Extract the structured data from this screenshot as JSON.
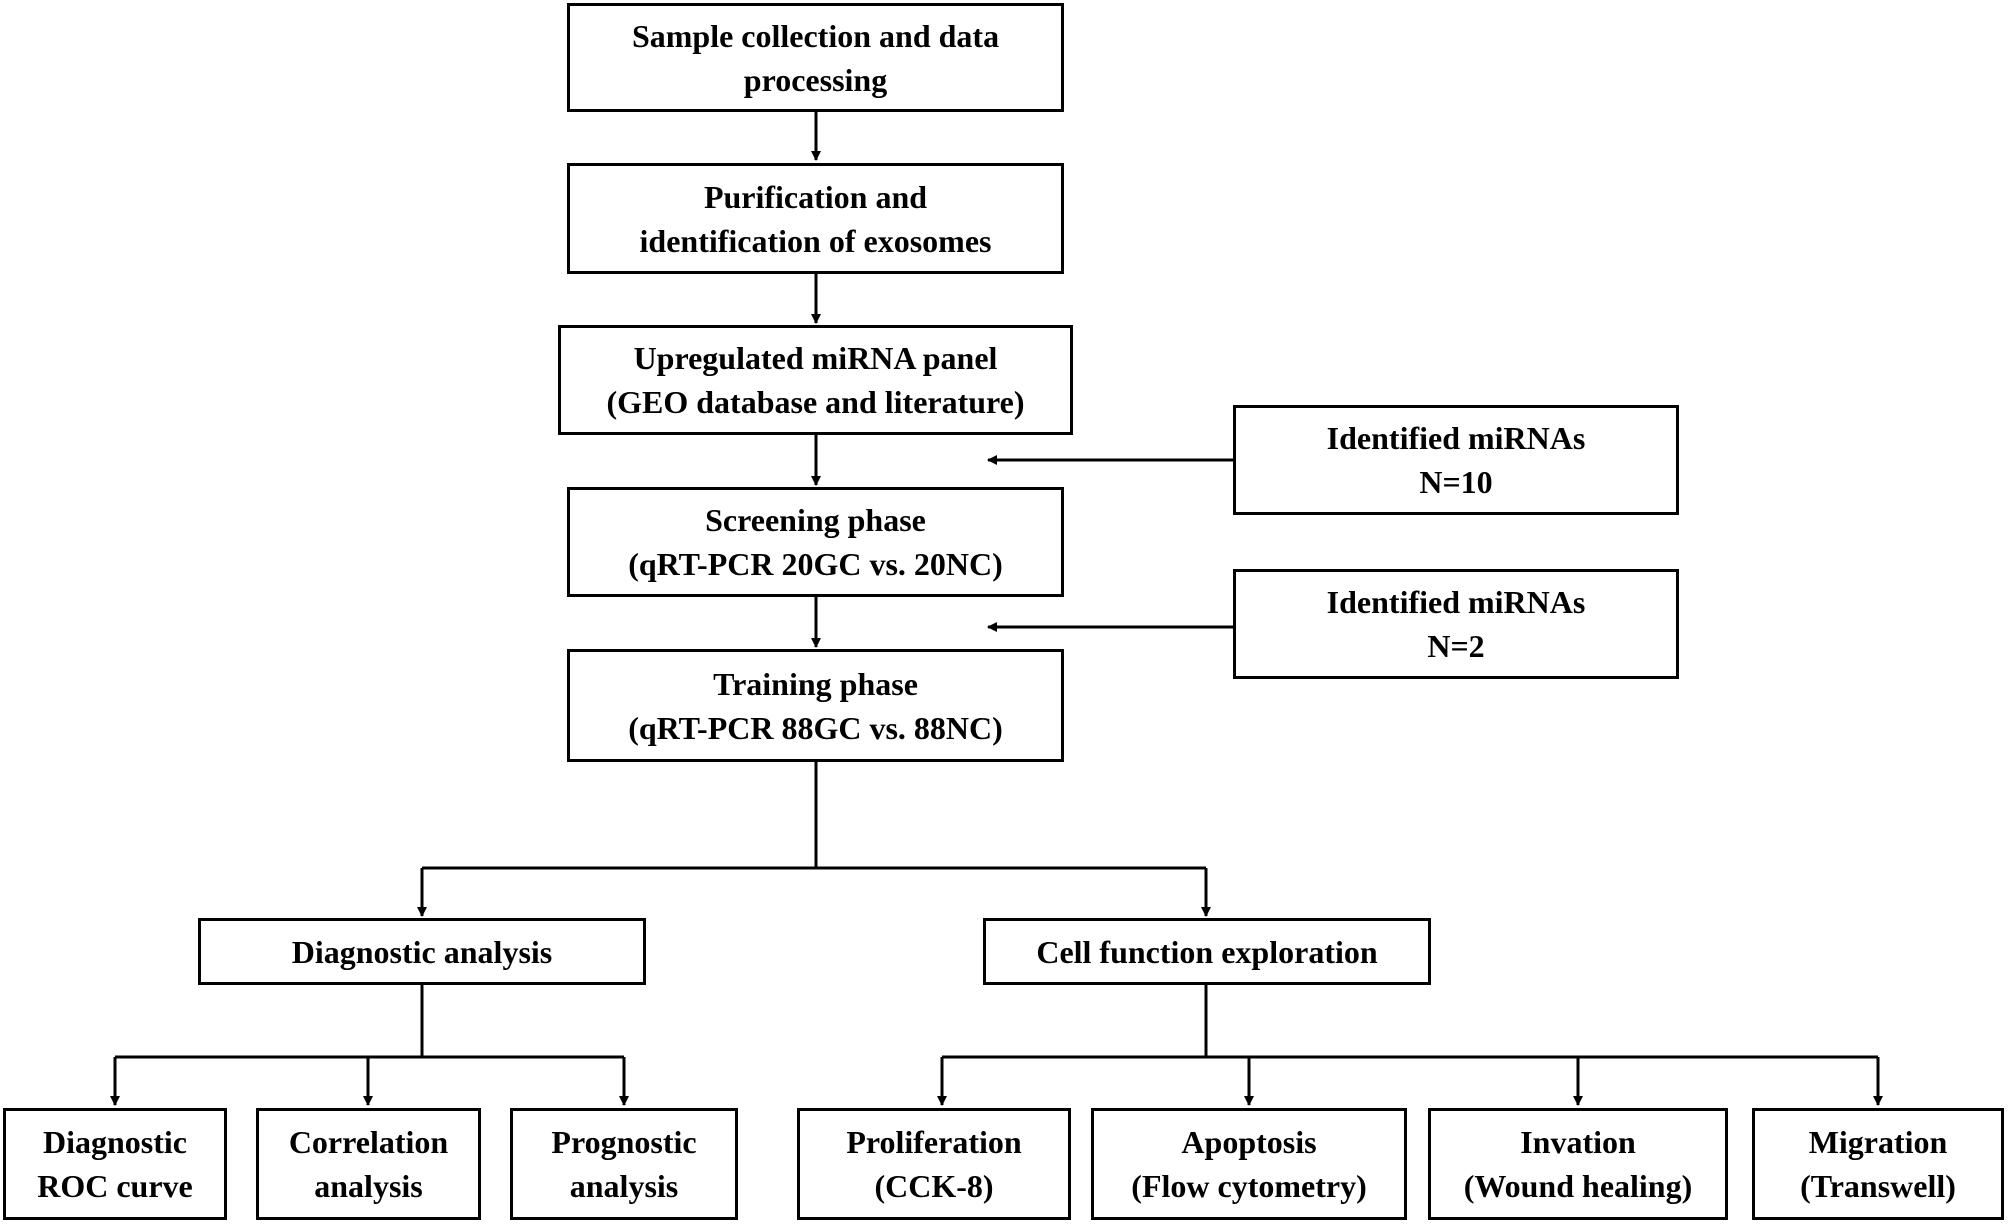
{
  "flow": [
    {
      "id": "sample",
      "lines": [
        "Sample collection and data",
        "processing"
      ]
    },
    {
      "id": "purification",
      "lines": [
        "Purification and",
        "identification of exosomes"
      ]
    },
    {
      "id": "upregulated",
      "lines": [
        "Upregulated miRNA panel",
        "(GEO database and literature)"
      ]
    },
    {
      "id": "screening",
      "lines": [
        "Screening phase",
        "(qRT-PCR 20GC vs. 20NC)"
      ]
    },
    {
      "id": "training",
      "lines": [
        "Training phase",
        "(qRT-PCR 88GC vs. 88NC)"
      ]
    }
  ],
  "side_boxes": [
    {
      "id": "identified-10",
      "lines": [
        "Identified miRNAs",
        "N=10"
      ]
    },
    {
      "id": "identified-2",
      "lines": [
        "Identified miRNAs",
        "N=2"
      ]
    }
  ],
  "branches": [
    {
      "id": "diagnostic-analysis",
      "label": "Diagnostic analysis",
      "children": [
        {
          "id": "diagnostic-roc",
          "lines": [
            "Diagnostic",
            "ROC curve"
          ]
        },
        {
          "id": "correlation",
          "lines": [
            "Correlation",
            "analysis"
          ]
        },
        {
          "id": "prognostic",
          "lines": [
            "Prognostic",
            "analysis"
          ]
        }
      ]
    },
    {
      "id": "cell-function",
      "label": "Cell function exploration",
      "children": [
        {
          "id": "proliferation",
          "lines": [
            "Proliferation",
            "(CCK-8)"
          ]
        },
        {
          "id": "apoptosis",
          "lines": [
            "Apoptosis",
            "(Flow cytometry)"
          ]
        },
        {
          "id": "invation",
          "lines": [
            "Invation",
            "(Wound healing)"
          ]
        },
        {
          "id": "migration",
          "lines": [
            "Migration",
            "(Transwell)"
          ]
        }
      ]
    }
  ]
}
